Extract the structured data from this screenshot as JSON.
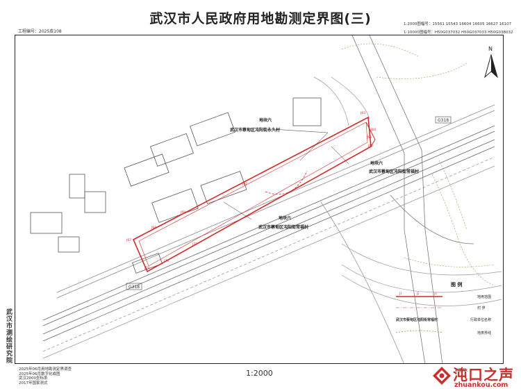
{
  "header": {
    "title": "武汉市人民政府用地勘测定界图(三)",
    "project_no": "工程编号：2025皮108",
    "sheet_no_2000": "1:2000图幅号：15561 15543 16604 16605 16627 16107",
    "sheet_no_10000": "1:10000图幅号：H50G037032 H50G037033 H50G038032"
  },
  "map": {
    "north_label": "N",
    "parcels": [
      {
        "title": "地块六",
        "owner": "武汉市蔡甸区沌阳街永久村"
      },
      {
        "title": "地块六",
        "owner": "武汉市蔡甸区沌阳街常福村"
      },
      {
        "title": "地块六",
        "owner": "武汉市蔡甸区沌阳街常福村"
      }
    ],
    "road_labels": [
      "G318",
      "G318"
    ],
    "point_labels": [
      "J74",
      "J76",
      "J77",
      "J67",
      "J68",
      "J59",
      "J62",
      "J63",
      "J64",
      "J65",
      "J66"
    ],
    "legend": {
      "title": "图  例",
      "items": [
        {
          "label": "地用范围",
          "sample": [
            "J1",
            "J2",
            "J3"
          ],
          "color": "#d22b2b"
        },
        {
          "label": "村 界",
          "sample": [],
          "color": "#d22b2b"
        },
        {
          "label": "行政单位名称",
          "sample": [
            "武汉市蔡甸区沌阳街常福村"
          ],
          "color": "#333333"
        },
        {
          "label": "地类界线",
          "sample": [],
          "color": "#b08a4a"
        }
      ]
    },
    "colors": {
      "boundary": "#d22b2b",
      "linework": "#555555",
      "terrain": "#b08a4a"
    }
  },
  "side_label": "武汉市测绘研究院",
  "notes": [
    "2025年06月用地勘测定界调查",
    "2025年06月数字化成图",
    "武汉2000坐标系",
    "2017年国家测式"
  ],
  "scale": "1:2000",
  "surveyor": "制图员：",
  "watermark": {
    "cn": "沌口之声",
    "en": "zhuankou.com"
  }
}
